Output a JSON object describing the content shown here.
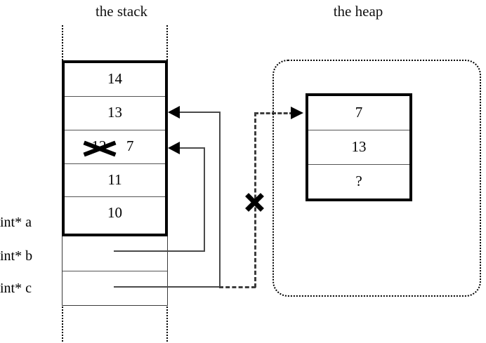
{
  "titles": {
    "stack": "the stack",
    "heap": "the heap"
  },
  "stack": {
    "cells": [
      {
        "value": "14",
        "struck": false
      },
      {
        "value": "13",
        "struck": false
      },
      {
        "value": "12",
        "struck": true,
        "replacement": "7"
      },
      {
        "value": "11",
        "struck": false
      },
      {
        "value": "10",
        "struck": false
      }
    ],
    "pointer_slots": [
      {
        "label": "int* b",
        "value": ""
      },
      {
        "label": "int* c",
        "value": ""
      }
    ]
  },
  "labels": {
    "a": "int* a",
    "b": "int* b",
    "c": "int* c"
  },
  "heap": {
    "cells": [
      {
        "value": "7"
      },
      {
        "value": "13"
      },
      {
        "value": "?"
      }
    ]
  },
  "marks": {
    "invalid_pointer_x": "✕",
    "struck_value_x": "✕"
  },
  "colors": {
    "ink": "#000000",
    "wire": "#4a4a4a",
    "dashed_wire": "#3d3d3d",
    "cell_divider": "#555555",
    "background": "#ffffff"
  }
}
